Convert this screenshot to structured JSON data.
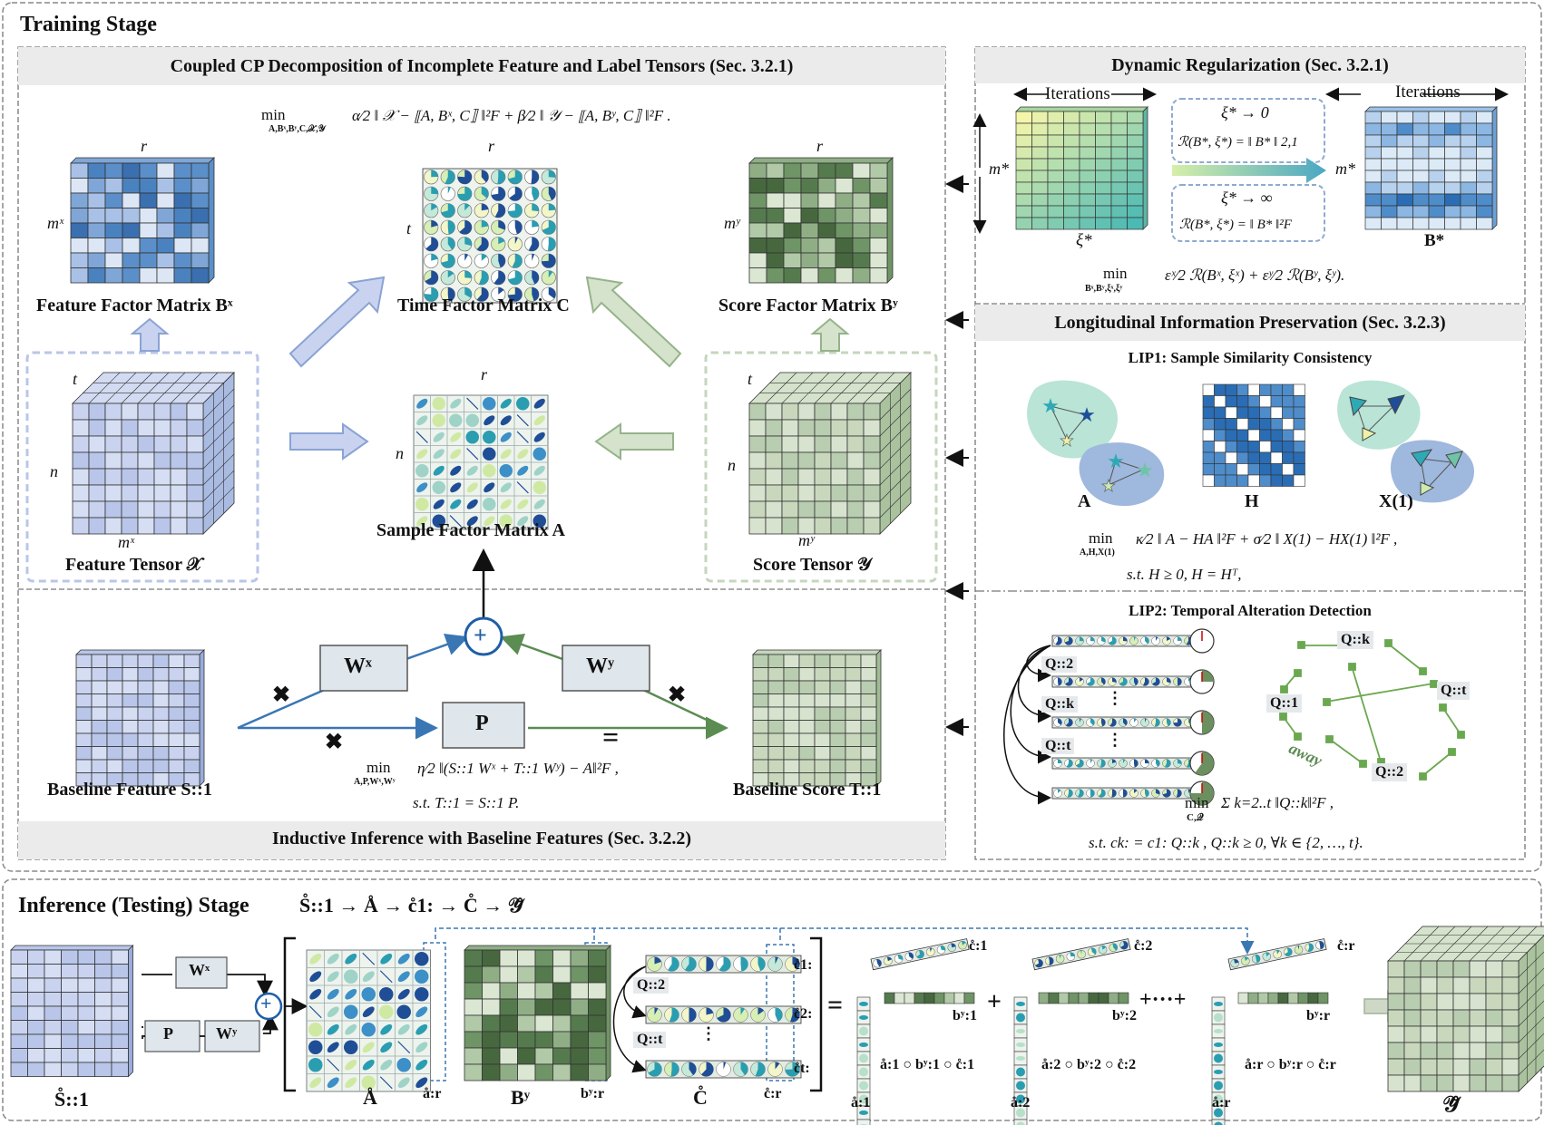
{
  "colors": {
    "blue_light": "#c9d3ef",
    "blue_mid": "#7fa6d6",
    "blue_dark": "#3a76b4",
    "green_light": "#c9d8bd",
    "green_mid": "#8fae86",
    "green_dark": "#557a4e",
    "teal": "#2a9db1",
    "yellow": "#f2f4b0",
    "navy": "#1f4e97",
    "dash_border": "#777777"
  },
  "training": {
    "stage_title": "Training Stage",
    "coupled": {
      "header": "Coupled CP Decomposition of Incomplete Feature and Label Tensors (Sec. 3.2.1)",
      "objective_min": "min",
      "objective_sub": "A,Bˣ,Bʸ,C,𝒳,𝒴",
      "objective": "α⁄2 ‖ 𝒳 − ⟦A, Bˣ, C⟧ ‖²F + β⁄2 ‖ 𝒴 − ⟦A, Bʸ, C⟧ ‖²F .",
      "feature_factor_label": "Feature Factor Matrix Bˣ",
      "time_factor_label": "Time Factor Matrix C",
      "score_factor_label": "Score Factor Matrix Bʸ",
      "sample_factor_label": "Sample Factor Matrix A",
      "feature_tensor_label": "Feature Tensor 𝒳",
      "score_tensor_label": "Score Tensor 𝒴",
      "dim_r": "r",
      "dim_mx": "mˣ",
      "dim_my": "mʸ",
      "dim_t": "t",
      "dim_n": "n"
    },
    "inductive": {
      "header": "Inductive Inference with Baseline Features (Sec. 3.2.2)",
      "wx": "Wˣ",
      "wy": "Wʸ",
      "p": "P",
      "plus": "+",
      "times": "✖",
      "equals": "=",
      "baseline_feature": "Baseline Feature  S::1",
      "baseline_score": "Baseline Score  T::1",
      "eq_min": "min",
      "eq_sub": "A,P,Wˣ,Wʸ",
      "eq": "η⁄2 ‖(S::1 Wˣ + T::1 Wʸ) − A‖²F ,",
      "eq_st": "s.t. T::1 = S::1 P."
    },
    "dynamic": {
      "header": "Dynamic Regularization (Sec. 3.2.1)",
      "iterations": "Iterations",
      "m_star": "m*",
      "xi_star": "ξ*",
      "b_star": "B*",
      "cond_zero": "ξ* → 0",
      "reg_zero": "ℛ(B*, ξ*) = ‖ B* ‖ 2,1",
      "cond_inf": "ξ* → ∞",
      "reg_inf": "ℛ(B*, ξ*) = ‖ B* ‖²F",
      "eq_min": "min",
      "eq_sub": "Bˣ,Bʸ,ξˣ,ξʸ",
      "eq": "εˣ⁄2 ℛ(Bˣ, ξˣ) + εʸ⁄2 ℛ(Bʸ, ξʸ)."
    },
    "longitudinal": {
      "header": "Longitudinal Information Preservation (Sec. 3.2.3)",
      "lip1_title": "LIP1: Sample Similarity Consistency",
      "label_a": "A",
      "label_h": "H",
      "label_x": "X(1)",
      "eq_min": "min",
      "eq_sub": "A,H,X(1)",
      "eq": "κ⁄2 ‖ A − HA ‖²F + σ⁄2 ‖ X(1) − HX(1) ‖²F ,",
      "eq_st": "s.t. H ≥ 0, H = Hᵀ,",
      "lip2_title": "LIP2: Temporal Alteration Detection",
      "q2": "Q::2",
      "qk": "Q::k",
      "qt": "Q::t",
      "q1": "Q::1",
      "dots": "⋮",
      "away": "away",
      "lip2_min": "min",
      "lip2_sub": "C,𝒬",
      "lip2_sum": "Σ k=2..t ‖Q::k‖²F ,",
      "lip2_st": "s.t. ck: = c1: Q::k , Q::k ≥ 0, ∀k ∈ {2, …, t}."
    }
  },
  "inference": {
    "stage_title": "Inference (Testing) Stage",
    "pipeline": "S̊::1 → Å → c̊1: → C̊ → 𝒴̊",
    "wx": "Wˣ",
    "p": "P",
    "wy": "Wʸ",
    "s_label": "S̊::1",
    "a_label": "Å",
    "a_col": "å:r",
    "by_label": "Bʸ",
    "by_col": "bʸ:r",
    "c_label": "C̊",
    "c_col": "c̊:r",
    "c1": "c̊1:",
    "c2": "c̊2:",
    "ct": "c̊t:",
    "q2": "Q::2",
    "qt": "Q::t",
    "equals": "=",
    "plus": "+",
    "plus_dots": "+···+",
    "term1_c": "c̊:1",
    "term1_b": "bʸ:1",
    "term1_a": "å:1",
    "term1_eq": "å:1 ○ bʸ:1 ○ c̊:1",
    "term2_c": "c̊:2",
    "term2_b": "bʸ:2",
    "term2_a": "å:2",
    "term2_eq": "å:2 ○ bʸ:2 ○ c̊:2",
    "termr_c": "c̊:r",
    "termr_b": "bʸ:r",
    "termr_a": "å:r",
    "termr_eq": "å:r ○ bʸ:r ○ c̊:r",
    "y_label": "𝒴̊"
  }
}
